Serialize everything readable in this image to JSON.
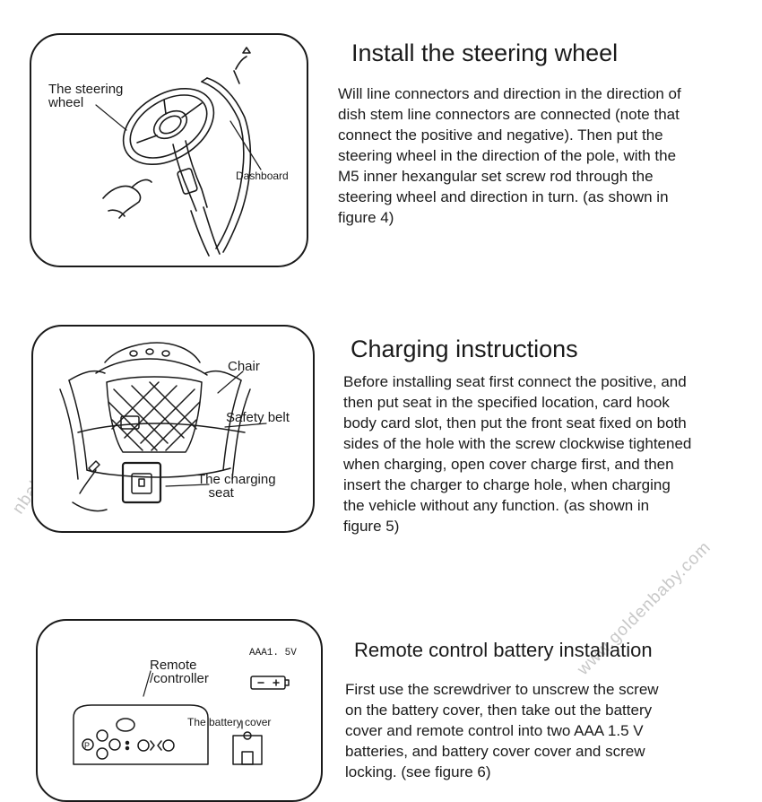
{
  "sections": [
    {
      "title": "Install the steering wheel",
      "body": "Will line connectors and direction in the direction of\ndish stem line connectors are connected (note that\n connect the positive and negative). Then put the\nsteering wheel in the direction of the pole, with the\nM5 inner hexangular set screw rod through the\nsteering wheel and direction in turn. (as shown in\nfigure 4)",
      "labels": {
        "steering_wheel": "The steering\nwheel",
        "dashboard": "Dashboard"
      }
    },
    {
      "title": "Charging instructions",
      "body": "Before installing seat first connect the positive, and\n then put seat in the specified location, card hook\nbody card slot, then put the front seat fixed on both\nsides of the hole with the screw clockwise tightened\nwhen charging, open cover charge first, and then\ninsert the charger to charge hole, when charging\nthe vehicle without any function. (as shown in\n figure 5)",
      "labels": {
        "chair": "Chair",
        "safety_belt": "Safety belt",
        "charging_seat": "The charging\n   seat"
      }
    },
    {
      "title": "Remote control battery installation",
      "body": "First use the screwdriver to unscrew the screw\non the battery cover, then take out the battery\ncover and remote control into two AAA 1.5 V\nbatteries, and battery cover cover and screw\nlocking. (see figure 6)",
      "labels": {
        "remote_controller": "Remote\n/controller",
        "battery_type": "AAA1. 5V",
        "battery_cover": "The battery cover"
      }
    }
  ],
  "watermark": {
    "left": "nbaby.co",
    "right": "www.goldenbaby.com"
  }
}
